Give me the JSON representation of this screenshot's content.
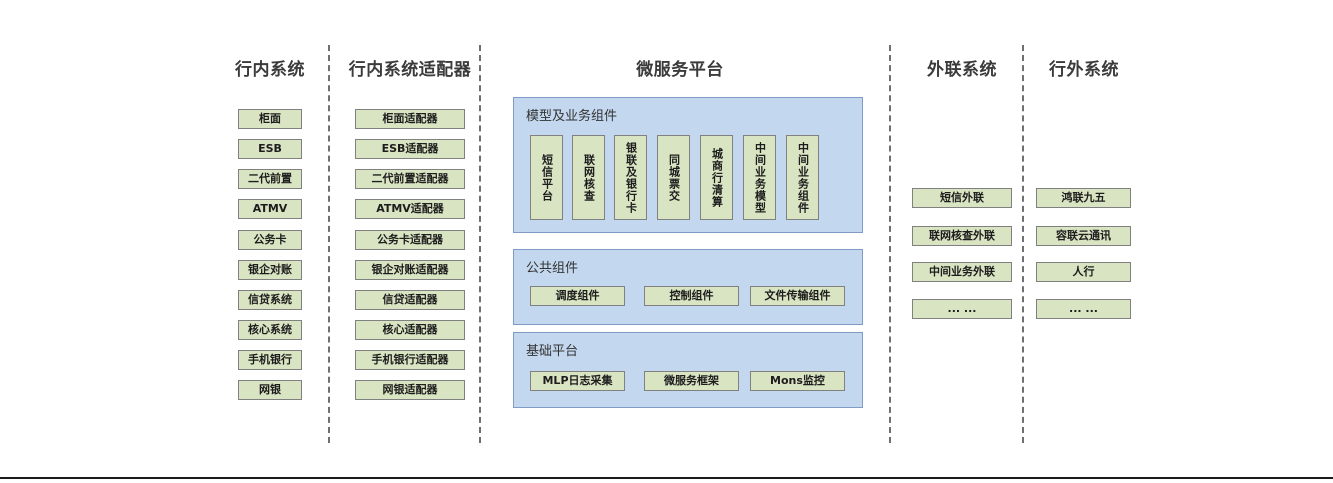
{
  "diagram": {
    "title_bar_present": true,
    "columns": [
      {
        "id": "inbank",
        "title": "行内系统",
        "items": [
          "柜面",
          "ESB",
          "二代前置",
          "ATMV",
          "公务卡",
          "银企对账",
          "信贷系统",
          "核心系统",
          "手机银行",
          "网银"
        ]
      },
      {
        "id": "inbank-adapter",
        "title": "行内系统适配器",
        "items": [
          "柜面适配器",
          "ESB适配器",
          "二代前置适配器",
          "ATMV适配器",
          "公务卡适配器",
          "银企对账适配器",
          "信贷适配器",
          "核心适配器",
          "手机银行适配器",
          "网银适配器"
        ]
      },
      {
        "id": "microservice",
        "title": "微服务平台",
        "panels": [
          {
            "id": "model-business",
            "title": "模型及业务组件",
            "orientation": "vertical",
            "items": [
              "短信平台",
              "联网核查",
              "银联及银行卡",
              "同城票交",
              "城商行清算",
              "中间业务模型",
              "中间业务组件"
            ]
          },
          {
            "id": "public-components",
            "title": "公共组件",
            "orientation": "horizontal",
            "items": [
              "调度组件",
              "控制组件",
              "文件传输组件"
            ]
          },
          {
            "id": "base-platform",
            "title": "基础平台",
            "orientation": "horizontal",
            "items": [
              "MLP日志采集",
              "微服务框架",
              "Mons监控"
            ]
          }
        ]
      },
      {
        "id": "external-link",
        "title": "外联系统",
        "items": [
          "短信外联",
          "联网核查外联",
          "中间业务外联",
          "... ..."
        ]
      },
      {
        "id": "outbank",
        "title": "行外系统",
        "items": [
          "鸿联九五",
          "容联云通讯",
          "人行",
          "... ..."
        ]
      }
    ],
    "colors": {
      "leaf_fill": "#d8e4c2",
      "leaf_border": "#808080",
      "panel_fill": "#c3d7ee",
      "panel_border": "#7e9cc4",
      "separator": "#6f6f6f",
      "title_text": "#3b3b3b"
    }
  }
}
